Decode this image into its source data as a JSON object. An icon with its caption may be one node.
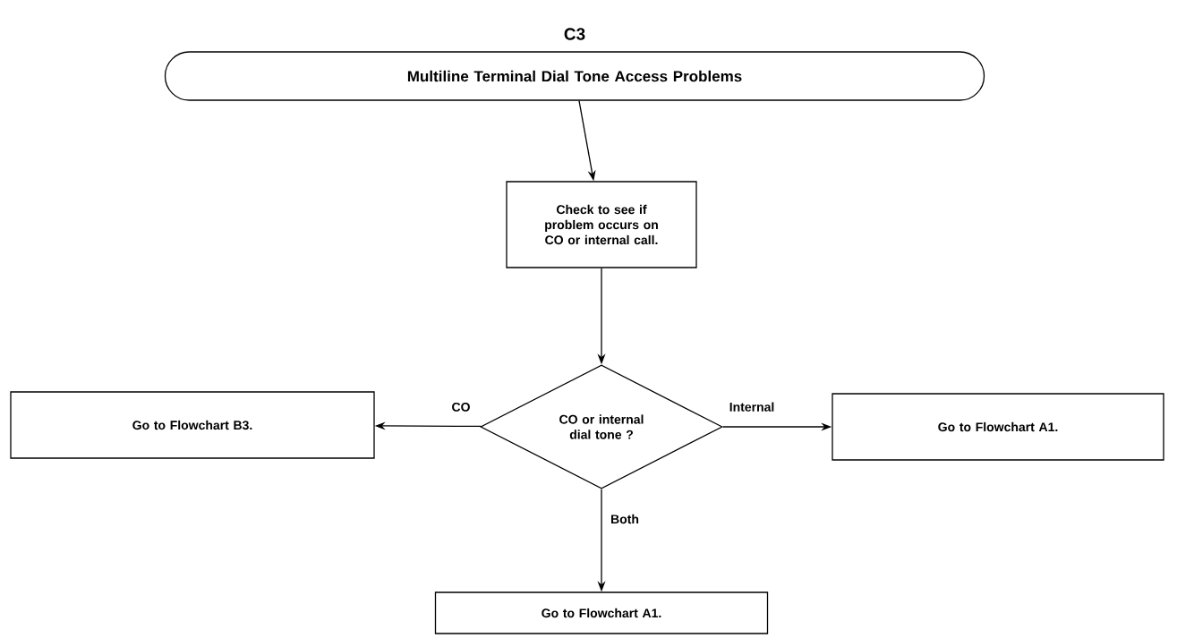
{
  "diagram": {
    "title": "C3",
    "nodes": [
      {
        "text": [
          "Multiline Terminal Dial Tone Access Problems"
        ]
      },
      {
        "text": [
          "Check to see if problem occurs on CO or internal call."
        ]
      },
      {
        "text": [
          "CO or internal dial tone ?"
        ]
      },
      {
        "text": [
          "Go to Flowchart B3."
        ]
      },
      {
        "text": [
          "Go to Flowchart A1."
        ]
      },
      {
        "text": [
          "Go to Flowchart A1."
        ]
      }
    ],
    "edges": [
      {
        "from": 0,
        "to": 1,
        "arrow": "to"
      },
      {
        "from": 1,
        "to": 2,
        "arrow": "to"
      },
      {
        "from": 2,
        "to": 3,
        "arrow": "to",
        "label": "CO"
      },
      {
        "from": 2,
        "to": 4,
        "arrow": "to",
        "label": "Internal"
      },
      {
        "from": 2,
        "to": 5,
        "arrow": "to",
        "label": "Both"
      }
    ]
  }
}
